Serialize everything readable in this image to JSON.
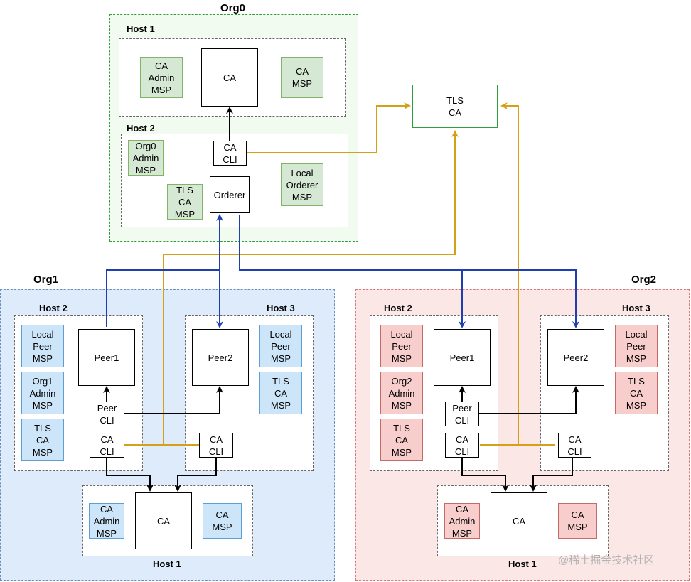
{
  "org0": {
    "title": "Org0",
    "host1": {
      "label": "Host 1",
      "ca_admin_msp": "CA\nAdmin\nMSP",
      "ca": "CA",
      "ca_msp": "CA\nMSP"
    },
    "host2": {
      "label": "Host 2",
      "org0_admin_msp": "Org0\nAdmin\nMSP",
      "ca_cli": "CA\nCLI",
      "local_orderer_msp": "Local\nOrderer\nMSP",
      "tls_ca_msp": "TLS\nCA\nMSP",
      "orderer": "Orderer"
    }
  },
  "tls_ca": "TLS\nCA",
  "org1": {
    "title": "Org1",
    "host2": {
      "label": "Host 2",
      "local_peer_msp": "Local\nPeer\nMSP",
      "org_admin_msp": "Org1\nAdmin\nMSP",
      "tls_ca_msp": "TLS\nCA\nMSP",
      "peer": "Peer1",
      "peer_cli": "Peer\nCLI",
      "ca_cli": "CA\nCLI"
    },
    "host3": {
      "label": "Host 3",
      "peer": "Peer2",
      "local_peer_msp": "Local\nPeer\nMSP",
      "tls_ca_msp": "TLS\nCA\nMSP",
      "ca_cli": "CA\nCLI"
    },
    "host1": {
      "label": "Host 1",
      "ca_admin_msp": "CA\nAdmin\nMSP",
      "ca": "CA",
      "ca_msp": "CA\nMSP"
    }
  },
  "org2": {
    "title": "Org2",
    "host2": {
      "label": "Host 2",
      "local_peer_msp": "Local\nPeer\nMSP",
      "org_admin_msp": "Org2\nAdmin\nMSP",
      "tls_ca_msp": "TLS\nCA\nMSP",
      "peer": "Peer1",
      "peer_cli": "Peer\nCLI",
      "ca_cli": "CA\nCLI"
    },
    "host3": {
      "label": "Host 3",
      "peer": "Peer2",
      "local_peer_msp": "Local\nPeer\nMSP",
      "tls_ca_msp": "TLS\nCA\nMSP",
      "ca_cli": "CA\nCLI"
    },
    "host1": {
      "label": "Host 1",
      "ca_admin_msp": "CA\nAdmin\nMSP",
      "ca": "CA",
      "ca_msp": "CA\nMSP"
    }
  },
  "watermark": "@稀土掘金技术社区",
  "colors": {
    "tls_link": "#d4a017",
    "orderer_link": "#1f3fb0",
    "ca_link": "#000000"
  }
}
